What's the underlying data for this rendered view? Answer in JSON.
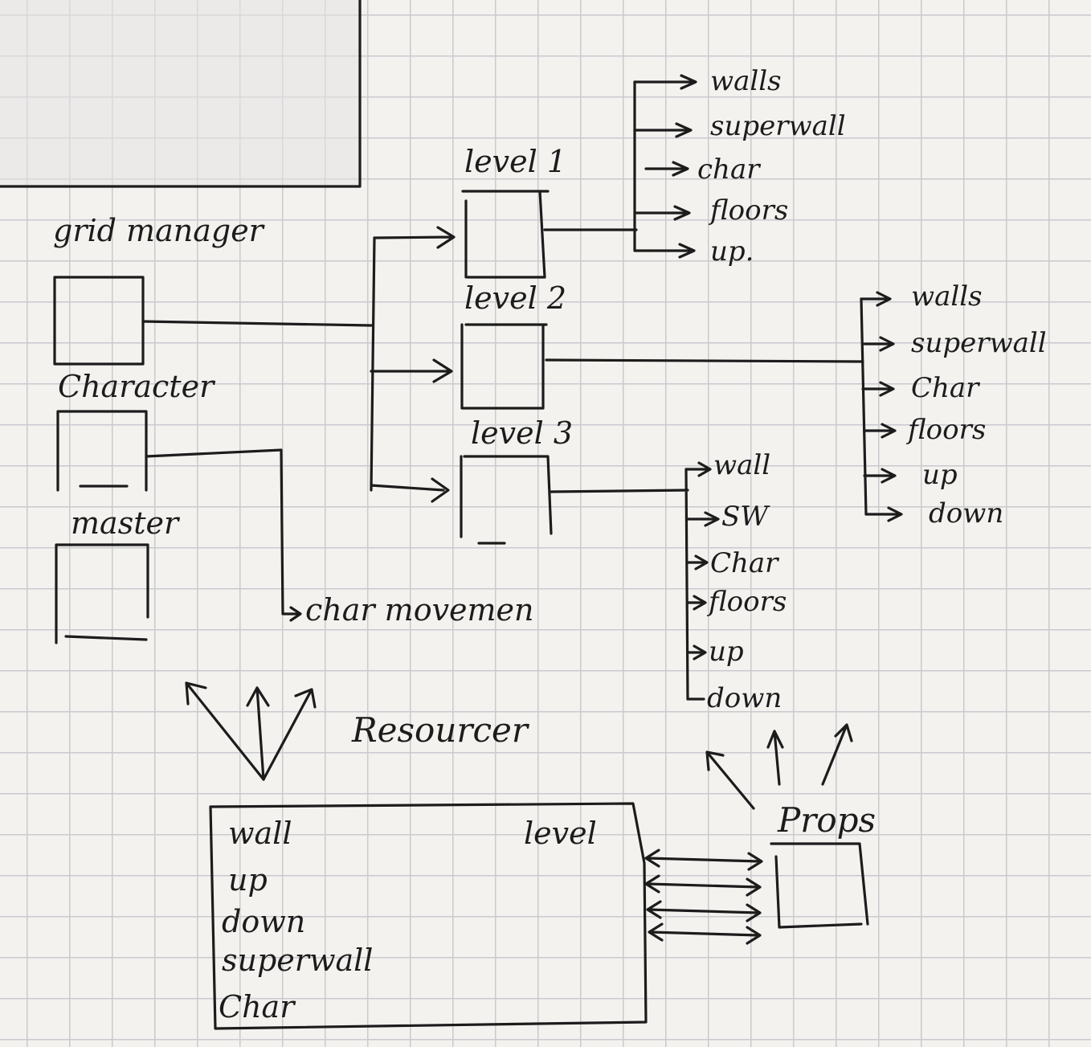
{
  "nodes": {
    "grid_manager": "grid manager",
    "character": "Character",
    "master": "master",
    "char_movement": "char movemen",
    "level1": "level 1",
    "level2": "level 2",
    "level3": "level 3",
    "resourcer": "Resourcer",
    "props": "Props"
  },
  "level1_items": [
    "walls",
    "superwall",
    "char",
    "floors",
    "up."
  ],
  "level2_items": [
    "walls",
    "superwall",
    "Char",
    "floors",
    "up",
    "down"
  ],
  "level3_items": [
    "wall",
    "SW",
    "Char",
    "floors",
    "up",
    "down"
  ],
  "resourcer_box": {
    "items": [
      "wall",
      "up",
      "down",
      "superwall",
      "Char"
    ],
    "corner_label": "level"
  }
}
